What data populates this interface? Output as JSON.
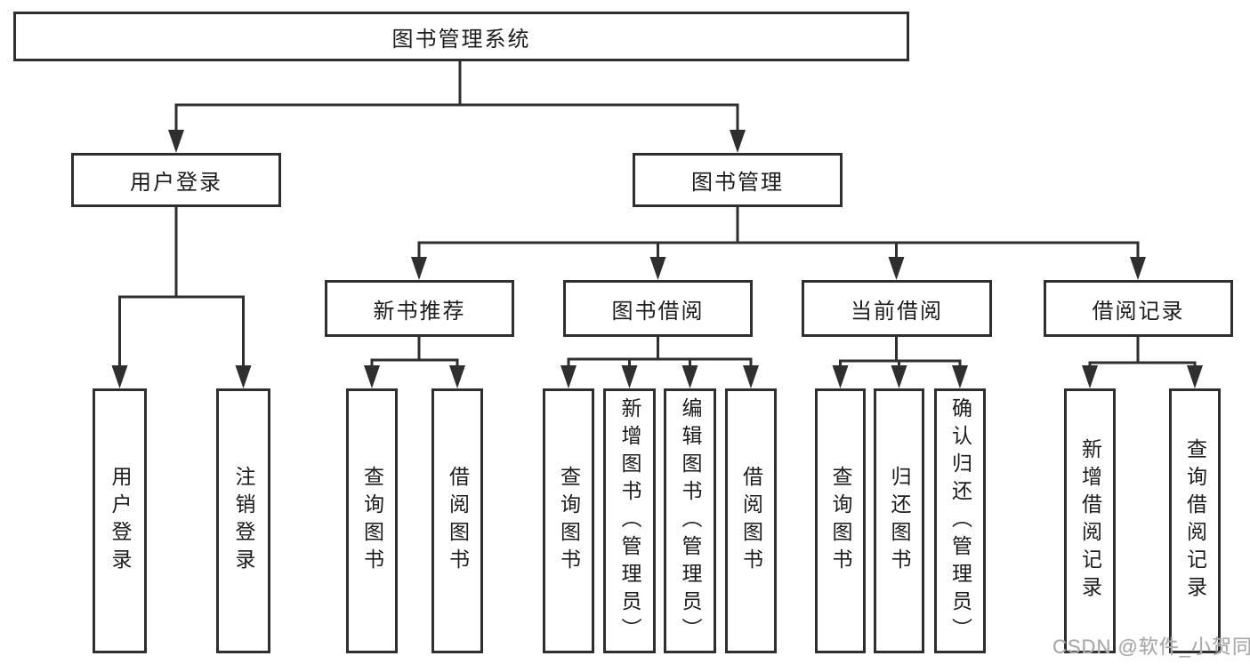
{
  "diagram": {
    "root": {
      "label": "图书管理系统"
    },
    "level2": {
      "user_login": {
        "label": "用户登录"
      },
      "book_mgmt": {
        "label": "图书管理"
      }
    },
    "level3": {
      "new_book_rec": {
        "label": "新书推荐"
      },
      "book_borrow": {
        "label": "图书借阅"
      },
      "current_borrow": {
        "label": "当前借阅"
      },
      "borrow_records": {
        "label": "借阅记录"
      }
    },
    "leaves": {
      "user_login": [
        "用户登录",
        "注销登录"
      ],
      "new_book_rec": [
        "查询图书",
        "借阅图书"
      ],
      "book_borrow": [
        "查询图书",
        "新增图书（管理员）",
        "编辑图书（管理员）",
        "借阅图书"
      ],
      "current_borrow": [
        "查询图书",
        "归还图书",
        "确认归还（管理员）"
      ],
      "borrow_records": [
        "新增借阅记录",
        "查询借阅记录"
      ]
    }
  },
  "watermark": "CSDN @软件_小贺同学",
  "colors": {
    "line": "#2f2f2f",
    "text": "#1c1c1c",
    "watermark": "#a9a9a9",
    "background": "#ffffff"
  }
}
